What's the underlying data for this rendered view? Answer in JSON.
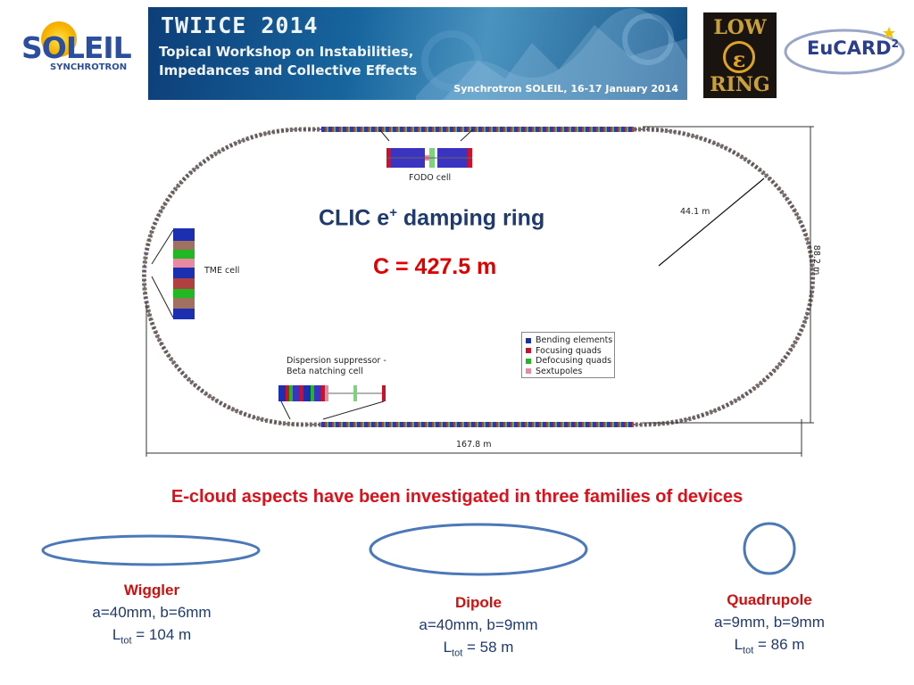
{
  "header": {
    "soleil": {
      "name": "SOLEIL",
      "subtitle": "SYNCHROTRON"
    },
    "banner": {
      "title": "TWIICE 2014",
      "subtitle_line1": "Topical Workshop on Instabilities,",
      "subtitle_line2": "Impedances and Collective Effects",
      "footer": "Synchrotron SOLEIL, 16-17 January 2014"
    },
    "lowring": {
      "top": "LOW",
      "middle": "ε",
      "bottom": "RING"
    },
    "eucard": {
      "name": "EuCARD",
      "sup": "2"
    }
  },
  "diagram": {
    "title_main": "CLIC e",
    "title_sup": "+",
    "title_rest": " damping ring",
    "circumference": "C = 427.5 m",
    "labels": {
      "fodo": "FODO cell",
      "tme": "TME cell",
      "dispersion_line1": "Dispersion suppressor -",
      "dispersion_line2": "Beta natching cell",
      "radius": "44.1 m",
      "height": "88.2 m",
      "width": "167.8 m"
    },
    "legend": [
      {
        "label": "Bending elements",
        "color": "#1c2fb0"
      },
      {
        "label": "Focusing quads",
        "color": "#d0102a"
      },
      {
        "label": "Defocusing quads",
        "color": "#22b822"
      },
      {
        "label": "Sextupoles",
        "color": "#e58aa0"
      }
    ]
  },
  "families_title": "E-cloud aspects have been investigated in three families of devices",
  "devices": [
    {
      "name": "Wiggler",
      "dims": "a=40mm, b=6mm",
      "l_prefix": "L",
      "l_sub": "tot",
      "l_value": " = 104 m"
    },
    {
      "name": "Dipole",
      "dims": "a=40mm, b=9mm",
      "l_prefix": "L",
      "l_sub": "tot",
      "l_value": " = 58 m"
    },
    {
      "name": "Quadrupole",
      "dims": "a=9mm, b=9mm",
      "l_prefix": "L",
      "l_sub": "tot",
      "l_value": " = 86  m"
    }
  ],
  "colors": {
    "ellipse_stroke": "#4a78b8",
    "title_blue": "#1f3a6e",
    "accent_red": "#e0101a"
  }
}
